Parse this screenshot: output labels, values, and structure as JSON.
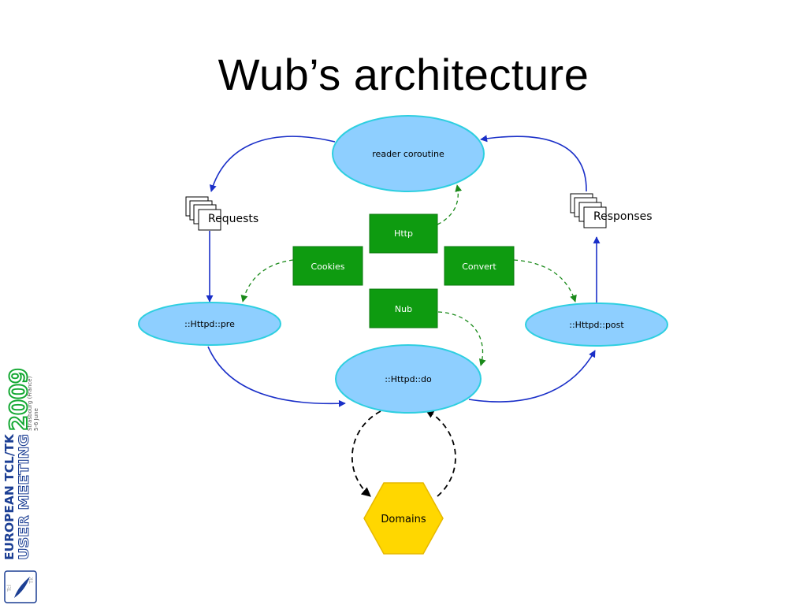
{
  "title": "Wub’s architecture",
  "nodes": {
    "reader": "reader coroutine",
    "pre": "::Httpd::pre",
    "post": "::Httpd::post",
    "do": "::Httpd::do",
    "domains": "Domains"
  },
  "modules": {
    "http": "Http",
    "cookies": "Cookies",
    "convert": "Convert",
    "nub": "Nub"
  },
  "documents": {
    "requests": "Requests",
    "responses": "Responses"
  },
  "logo": {
    "line1": "EUROPEAN TCL/TK",
    "line2": "USER MEETING",
    "year": "2009",
    "location": "Strasbourg (France)",
    "dates": "5-6 June",
    "badge_left": "Tcl",
    "badge_right": "Tk"
  },
  "colors": {
    "ellipse_fill": "#8ecfff",
    "ellipse_stroke": "#2ecfe0",
    "module_fill": "#0e9b10",
    "hexagon_fill": "#ffd700",
    "flow_arrow": "#1a2fc8",
    "dependency_arrow": "#1a8a1a",
    "domain_arrow": "#000000"
  }
}
